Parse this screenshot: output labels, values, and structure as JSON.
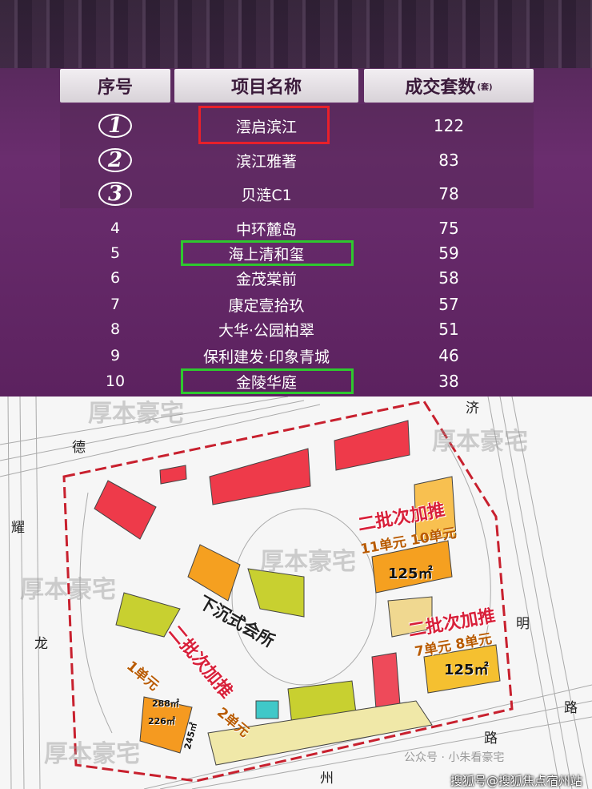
{
  "table": {
    "headers": {
      "rank": "序号",
      "name": "项目名称",
      "count": "成交套数",
      "unit": "(套)"
    },
    "rows": [
      {
        "rank": "1",
        "name": "澐启滨江",
        "count": "122",
        "highlight": "red"
      },
      {
        "rank": "2",
        "name": "滨江雅著",
        "count": "83"
      },
      {
        "rank": "3",
        "name": "贝涟C1",
        "count": "78"
      },
      {
        "rank": "4",
        "name": "中环麓岛",
        "count": "75"
      },
      {
        "rank": "5",
        "name": "海上清和玺",
        "count": "59",
        "highlight": "green"
      },
      {
        "rank": "6",
        "name": "金茂棠前",
        "count": "58"
      },
      {
        "rank": "7",
        "name": "康定壹拾玖",
        "count": "57"
      },
      {
        "rank": "8",
        "name": "大华·公园柏翠",
        "count": "51"
      },
      {
        "rank": "9",
        "name": "保利建发·印象青城",
        "count": "46"
      },
      {
        "rank": "10",
        "name": "金陵华庭",
        "count": "38",
        "highlight": "green"
      }
    ]
  },
  "plan": {
    "roads": [
      "德",
      "济",
      "耀",
      "明",
      "龙",
      "路",
      "路",
      "州"
    ],
    "watermark": "厚本豪宅",
    "clubhouse": "下沉式会所",
    "batch_label": "二批次加推",
    "units_a": "11单元 10单元",
    "units_b": "7单元 8单元",
    "units_c1": "1单元",
    "units_c2": "2单元",
    "area_125": "125㎡",
    "area_288": "288㎡",
    "area_226": "226㎡",
    "area_245": "245㎡",
    "wechat": "公众号 · 小朱看豪宅",
    "credit": "搜狐号@搜狐焦点宿州站"
  },
  "colors": {
    "red": "#e8202a",
    "green": "#2ec82e",
    "building_red": "#ee3a4a",
    "building_orange": "#f5a020",
    "building_yellow": "#d8d830"
  }
}
